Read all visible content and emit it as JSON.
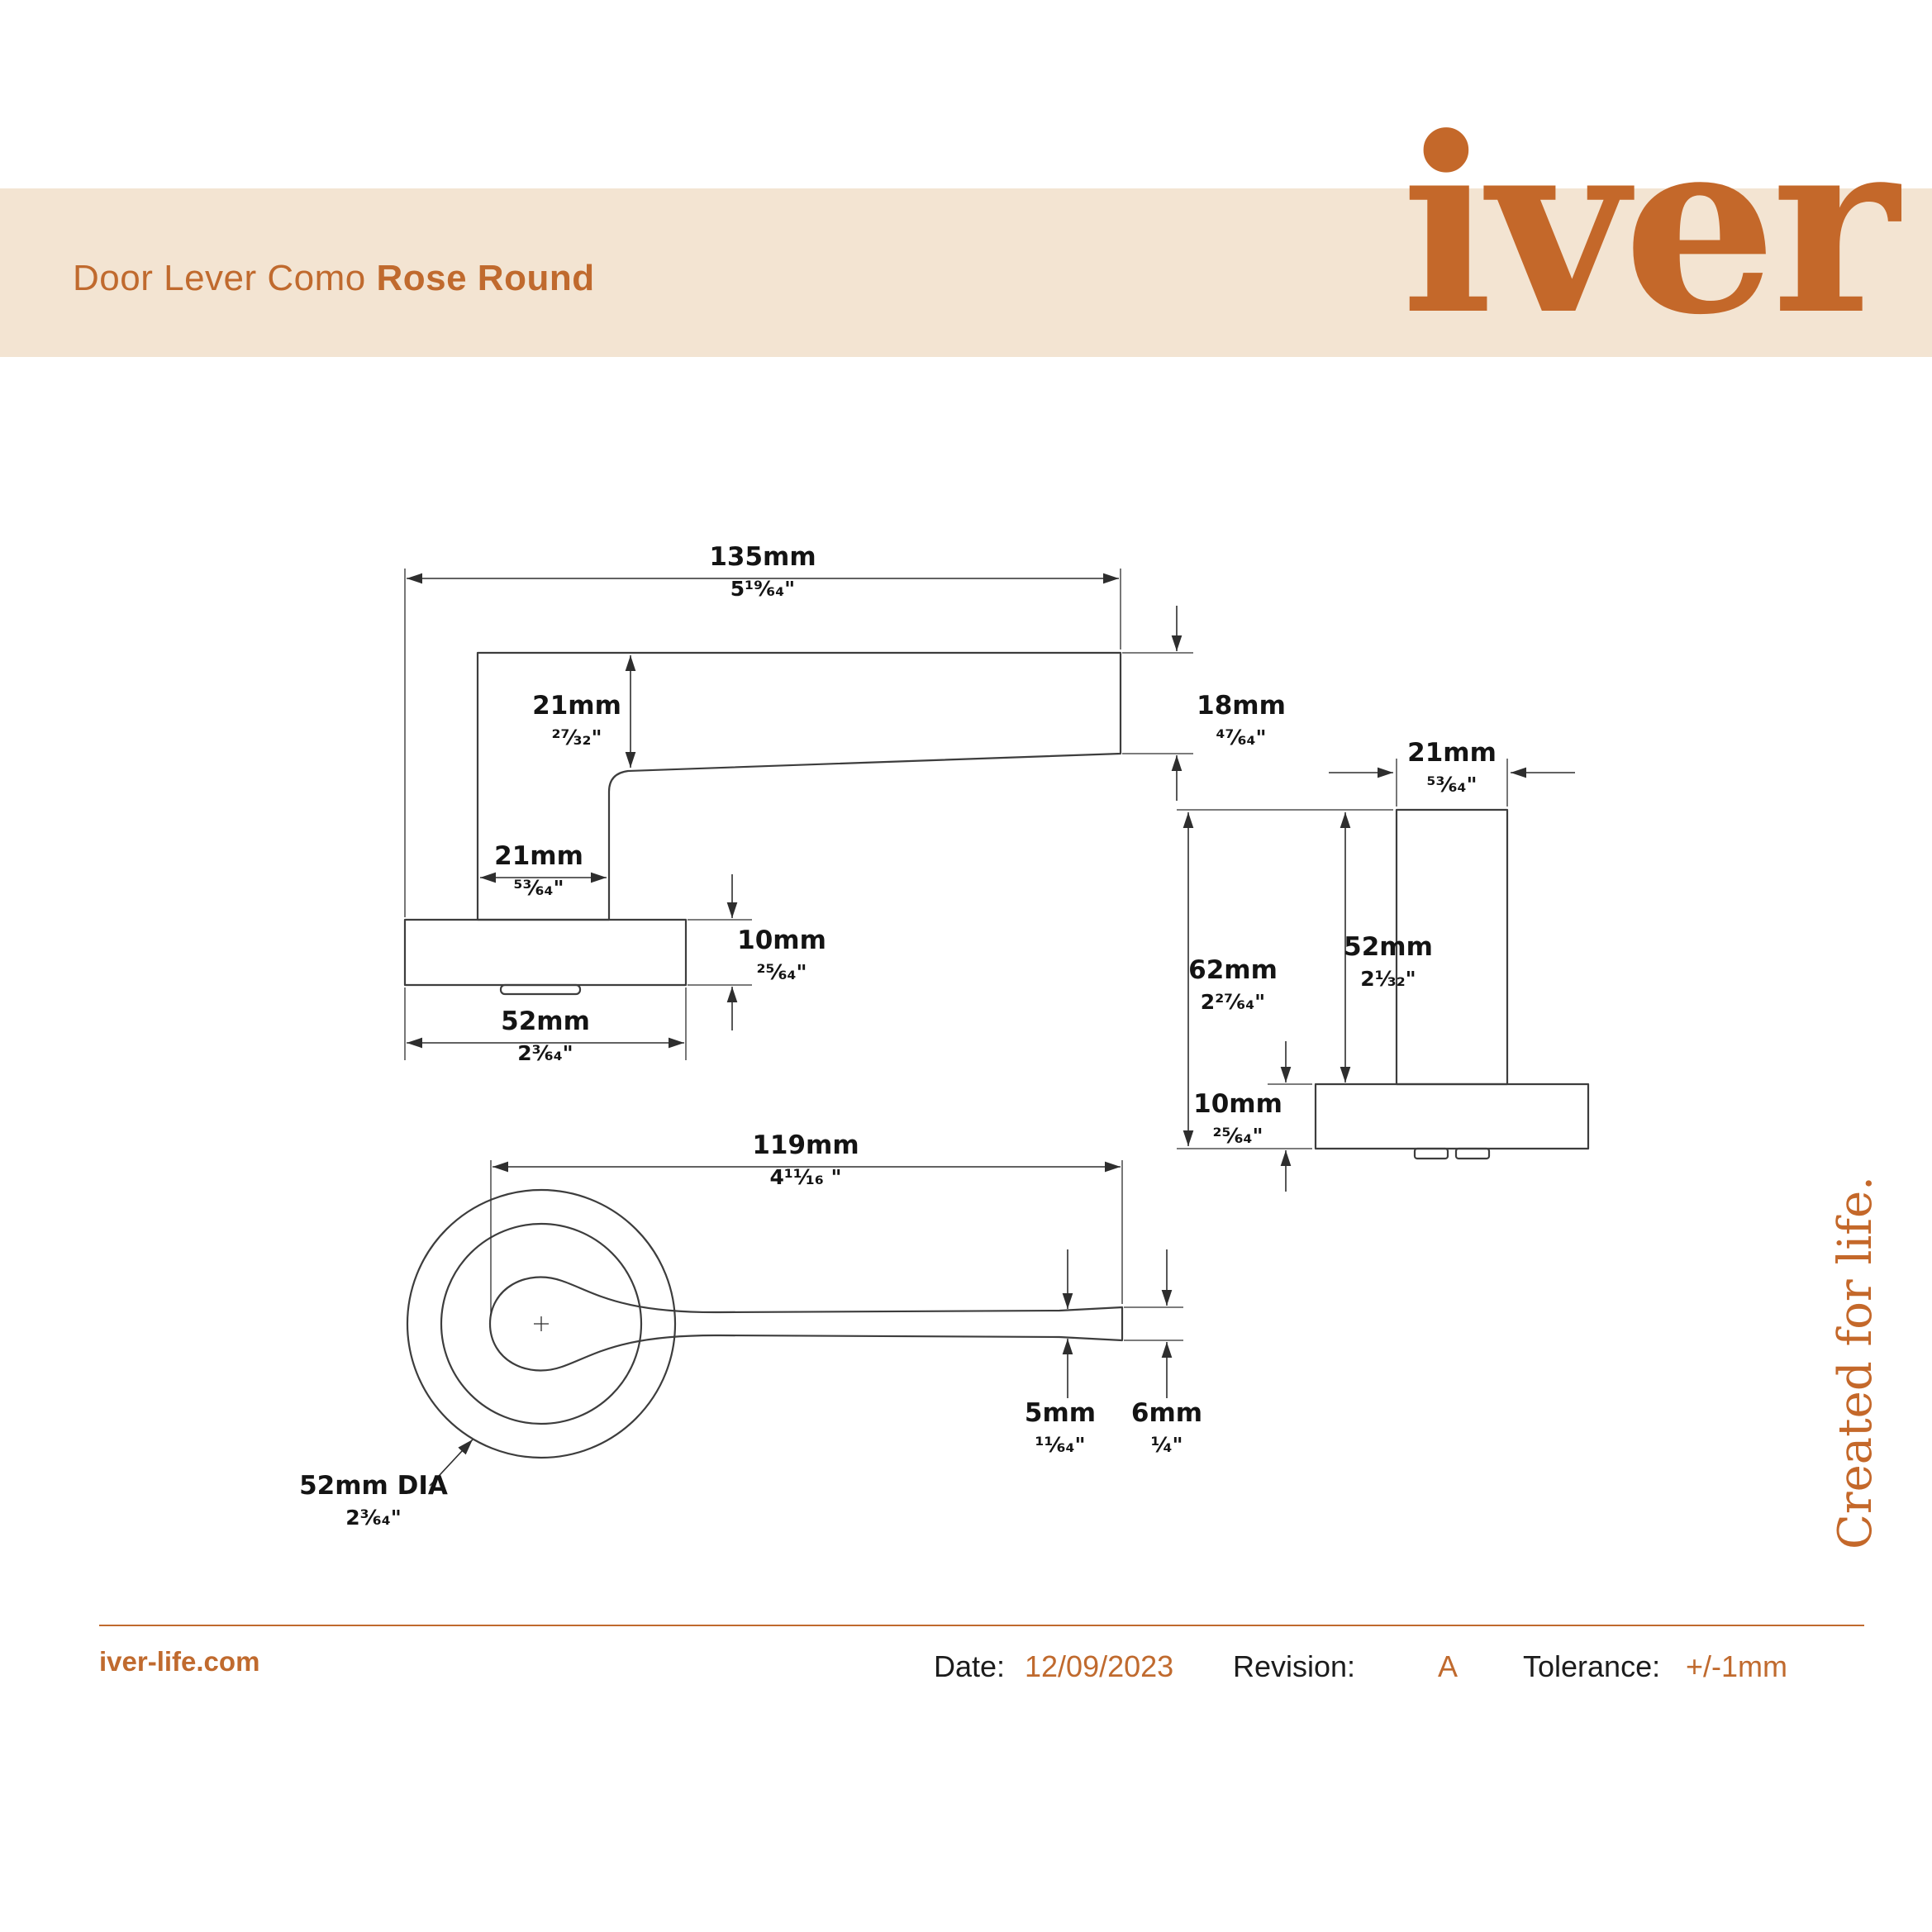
{
  "header": {
    "title_regular": "Door Lever Como ",
    "title_bold": "Rose Round",
    "logo": "iver",
    "banner_color": "#f3e4d2",
    "accent_color": "#c06a2e"
  },
  "side_view": {
    "dims": {
      "length": {
        "mm": "135mm",
        "inch": "5¹⁹⁄₆₄\""
      },
      "lever_thickness": {
        "mm": "21mm",
        "inch": "²⁷⁄₃₂\""
      },
      "tip_thickness": {
        "mm": "18mm",
        "inch": "⁴⁷⁄₆₄\""
      },
      "stem_width": {
        "mm": "21mm",
        "inch": "⁵³⁄₆₄\""
      },
      "rose_height": {
        "mm": "10mm",
        "inch": "²⁵⁄₆₄\""
      },
      "rose_width": {
        "mm": "52mm",
        "inch": "2³⁄₆₄\""
      }
    }
  },
  "end_view": {
    "dims": {
      "stem_width": {
        "mm": "21mm",
        "inch": "⁵³⁄₆₄\""
      },
      "total_height": {
        "mm": "62mm",
        "inch": "2²⁷⁄₆₄\""
      },
      "stem_height": {
        "mm": "52mm",
        "inch": "2¹⁄₃₂\""
      },
      "rose_height": {
        "mm": "10mm",
        "inch": "²⁵⁄₆₄\""
      }
    }
  },
  "top_view": {
    "dims": {
      "lever_length": {
        "mm": "119mm",
        "inch": "4¹¹⁄₁₆ \""
      },
      "lever_width": {
        "mm": "5mm",
        "inch": "¹¹⁄₆₄\""
      },
      "tip_width": {
        "mm": "6mm",
        "inch": "¹⁄₄\""
      },
      "rose_dia": {
        "mm": "52mm DIA",
        "inch": "2³⁄₆₄\""
      }
    }
  },
  "side_text": "Created for life.",
  "footer": {
    "website": "iver-life.com",
    "date_label": "Date:",
    "date_value": "12/09/2023",
    "revision_label": "Revision:",
    "revision_value": "A",
    "tolerance_label": "Tolerance:",
    "tolerance_value": "+/-1mm"
  }
}
